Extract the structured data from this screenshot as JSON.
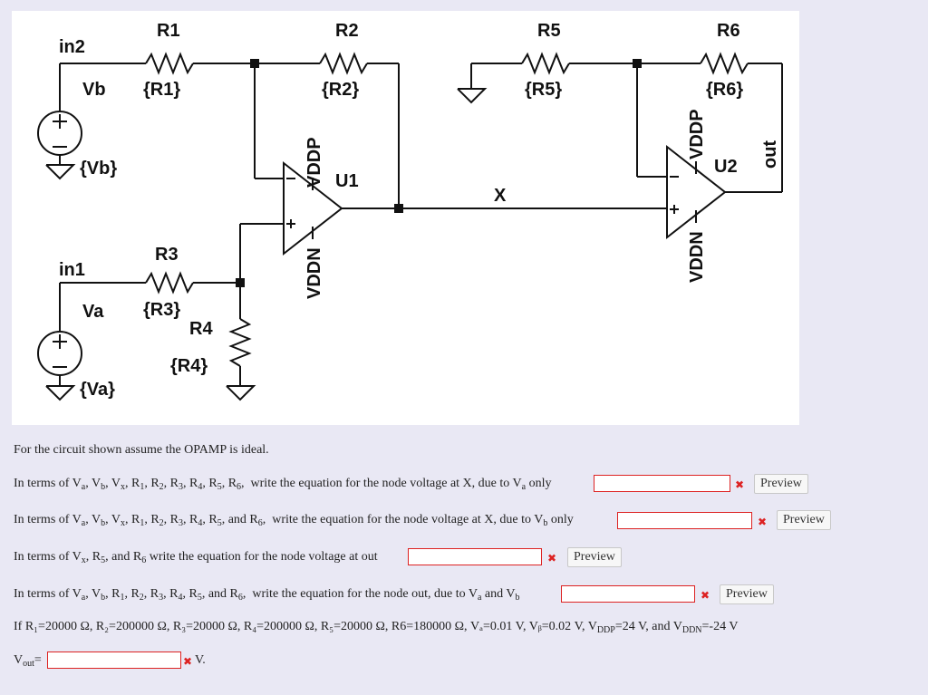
{
  "circuit": {
    "labels": {
      "r1": "R1",
      "r1v": "{R1}",
      "r2": "R2",
      "r2v": "{R2}",
      "r3": "R3",
      "r3v": "{R3}",
      "r4": "R4",
      "r4v": "{R4}",
      "r5": "R5",
      "r5v": "{R5}",
      "r6": "R6",
      "r6v": "{R6}",
      "in2": "in2",
      "in1": "in1",
      "vb": "Vb",
      "vbv": "{Vb}",
      "va": "Va",
      "vav": "{Va}",
      "u1": "U1",
      "u2": "U2",
      "vddp": "VDDP",
      "vddn": "VDDN",
      "x": "X",
      "out": "out"
    }
  },
  "intro": "For the circuit shown assume the OPAMP is ideal.",
  "q1": {
    "pre": "In terms of V",
    "mid": "write the equation for the node voltage at X, due to V",
    "post": "only"
  },
  "q2": {
    "pre": "In terms of V",
    "mid": "write the equation for the node voltage at X, due to V",
    "post": "only"
  },
  "q3": {
    "pre": "In terms of V",
    "mid": "write the equation for the node voltage at out"
  },
  "q4": {
    "pre": "In terms of V",
    "mid": "write the equation for the node out, due to V",
    "and": "and V"
  },
  "given": "If R₁=20000 Ω, R₂=200000 Ω, R₃=20000 Ω, R₄=200000 Ω, R₅=20000 Ω, R6=180000 Ω, Vₐ=0.01 V, Vᵦ=0.02 V, V",
  "given_ddp": "DDP",
  "given_mid": "=24 V, and V",
  "given_ddn": "DDN",
  "given_end": "=-24 V",
  "vout": {
    "label": "V",
    "sub": "out",
    "eq": "=",
    "unit": "V."
  },
  "buttons": {
    "preview": "Preview"
  },
  "wrong_mark": "✖",
  "colors": {
    "wrong": "#dd2222",
    "input_border": "#dd2222"
  }
}
